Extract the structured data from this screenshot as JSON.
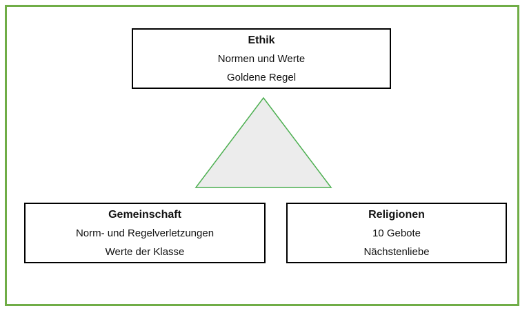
{
  "diagram": {
    "top_box": {
      "title": "Ethik",
      "line1": "Normen und Werte",
      "line2": "Goldene Regel"
    },
    "bottom_left_box": {
      "title": "Gemeinschaft",
      "line1": "Norm- und Regelverletzungen",
      "line2": "Werte der Klasse"
    },
    "bottom_right_box": {
      "title": "Religionen",
      "line1": "10 Gebote",
      "line2": "Nächstenliebe"
    }
  },
  "colors": {
    "frame_green": "#70AD47",
    "triangle_stroke": "#4CAF50",
    "triangle_fill": "#ECECEC",
    "box_border": "#000000"
  }
}
